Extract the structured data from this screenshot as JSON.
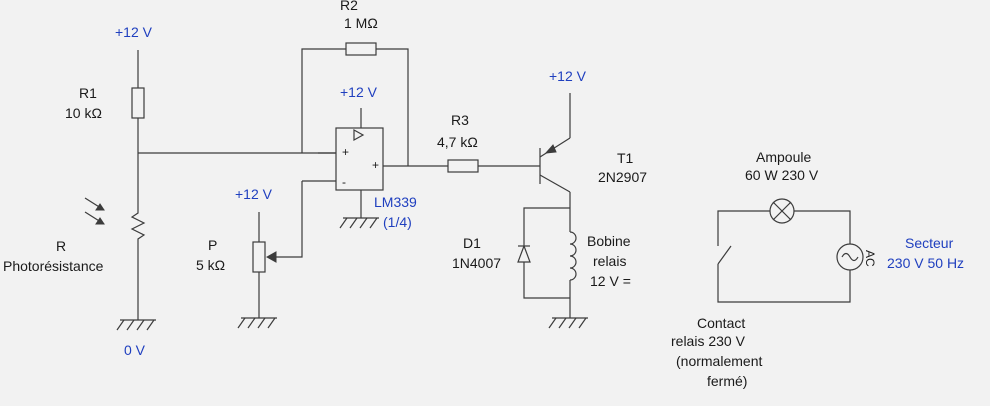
{
  "colors": {
    "wire": "#3c3c3c",
    "label": "#1a1a1a",
    "power": "#1f3fbf",
    "background": "#f2f2f2"
  },
  "supply_top_left": "+12 V",
  "r2": {
    "ref": "R2",
    "value": "1 MΩ"
  },
  "r1": {
    "ref": "R1",
    "value": "10 kΩ"
  },
  "opamp": {
    "supply": "+12 V",
    "part": "LM339",
    "fraction": "(1/4)",
    "plus": "+",
    "minus": "-",
    "out": "+"
  },
  "r3": {
    "ref": "R3",
    "value": "4,7 kΩ"
  },
  "t1": {
    "supply": "+12 V",
    "ref": "T1",
    "part": "2N2907"
  },
  "photo": {
    "ref": "R",
    "value": "Photorésistance"
  },
  "pot": {
    "supply": "+12 V",
    "ref": "P",
    "value": "5 kΩ"
  },
  "ground_left": "0 V",
  "d1": {
    "ref": "D1",
    "part": "1N4007"
  },
  "coil": {
    "line1": "Bobine",
    "line2": "relais",
    "line3": "12 V ="
  },
  "lamp": {
    "line1": "Ampoule",
    "line2": "60 W 230 V"
  },
  "mains": {
    "line1": "Secteur",
    "line2": "230 V 50 Hz",
    "ac_tag": "AC"
  },
  "contact": {
    "line1": "Contact",
    "line2": "relais 230 V",
    "line3": "(normalement",
    "line4": "fermé)"
  }
}
